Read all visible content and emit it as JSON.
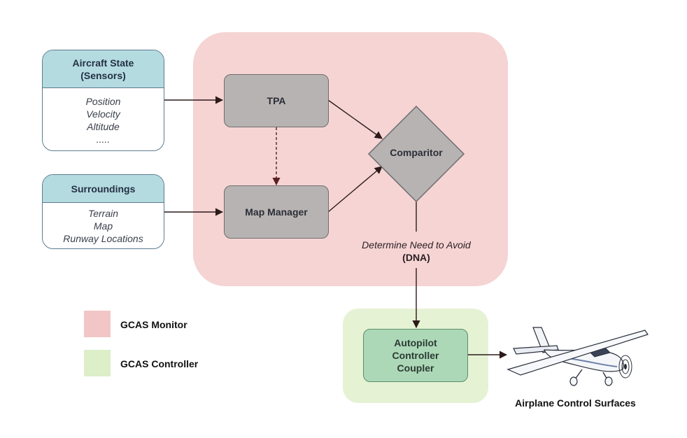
{
  "legend": {
    "monitor": {
      "label": "GCAS Monitor",
      "color": "#f2c6c6"
    },
    "controller": {
      "label": "GCAS Controller",
      "color": "#dcefc8"
    }
  },
  "inputs": {
    "aircraft_state": {
      "title_line1": "Aircraft State",
      "title_line2": "(Sensors)",
      "items": [
        "Position",
        "Velocity",
        "Altitude",
        "....."
      ]
    },
    "surroundings": {
      "title": "Surroundings",
      "items": [
        "Terrain",
        "Map",
        "Runway Locations"
      ]
    }
  },
  "nodes": {
    "tpa": "TPA",
    "map_manager": "Map Manager",
    "comparitor": "Comparitor",
    "autopilot": "Autopilot\nController\nCoupler"
  },
  "dna": {
    "line1": "Determine Need to Avoid",
    "line2": "(DNA)"
  },
  "output": {
    "label": "Airplane Control Surfaces"
  },
  "colors": {
    "edge": "#2b1a1a",
    "dashed_edge": "#7a3030"
  }
}
